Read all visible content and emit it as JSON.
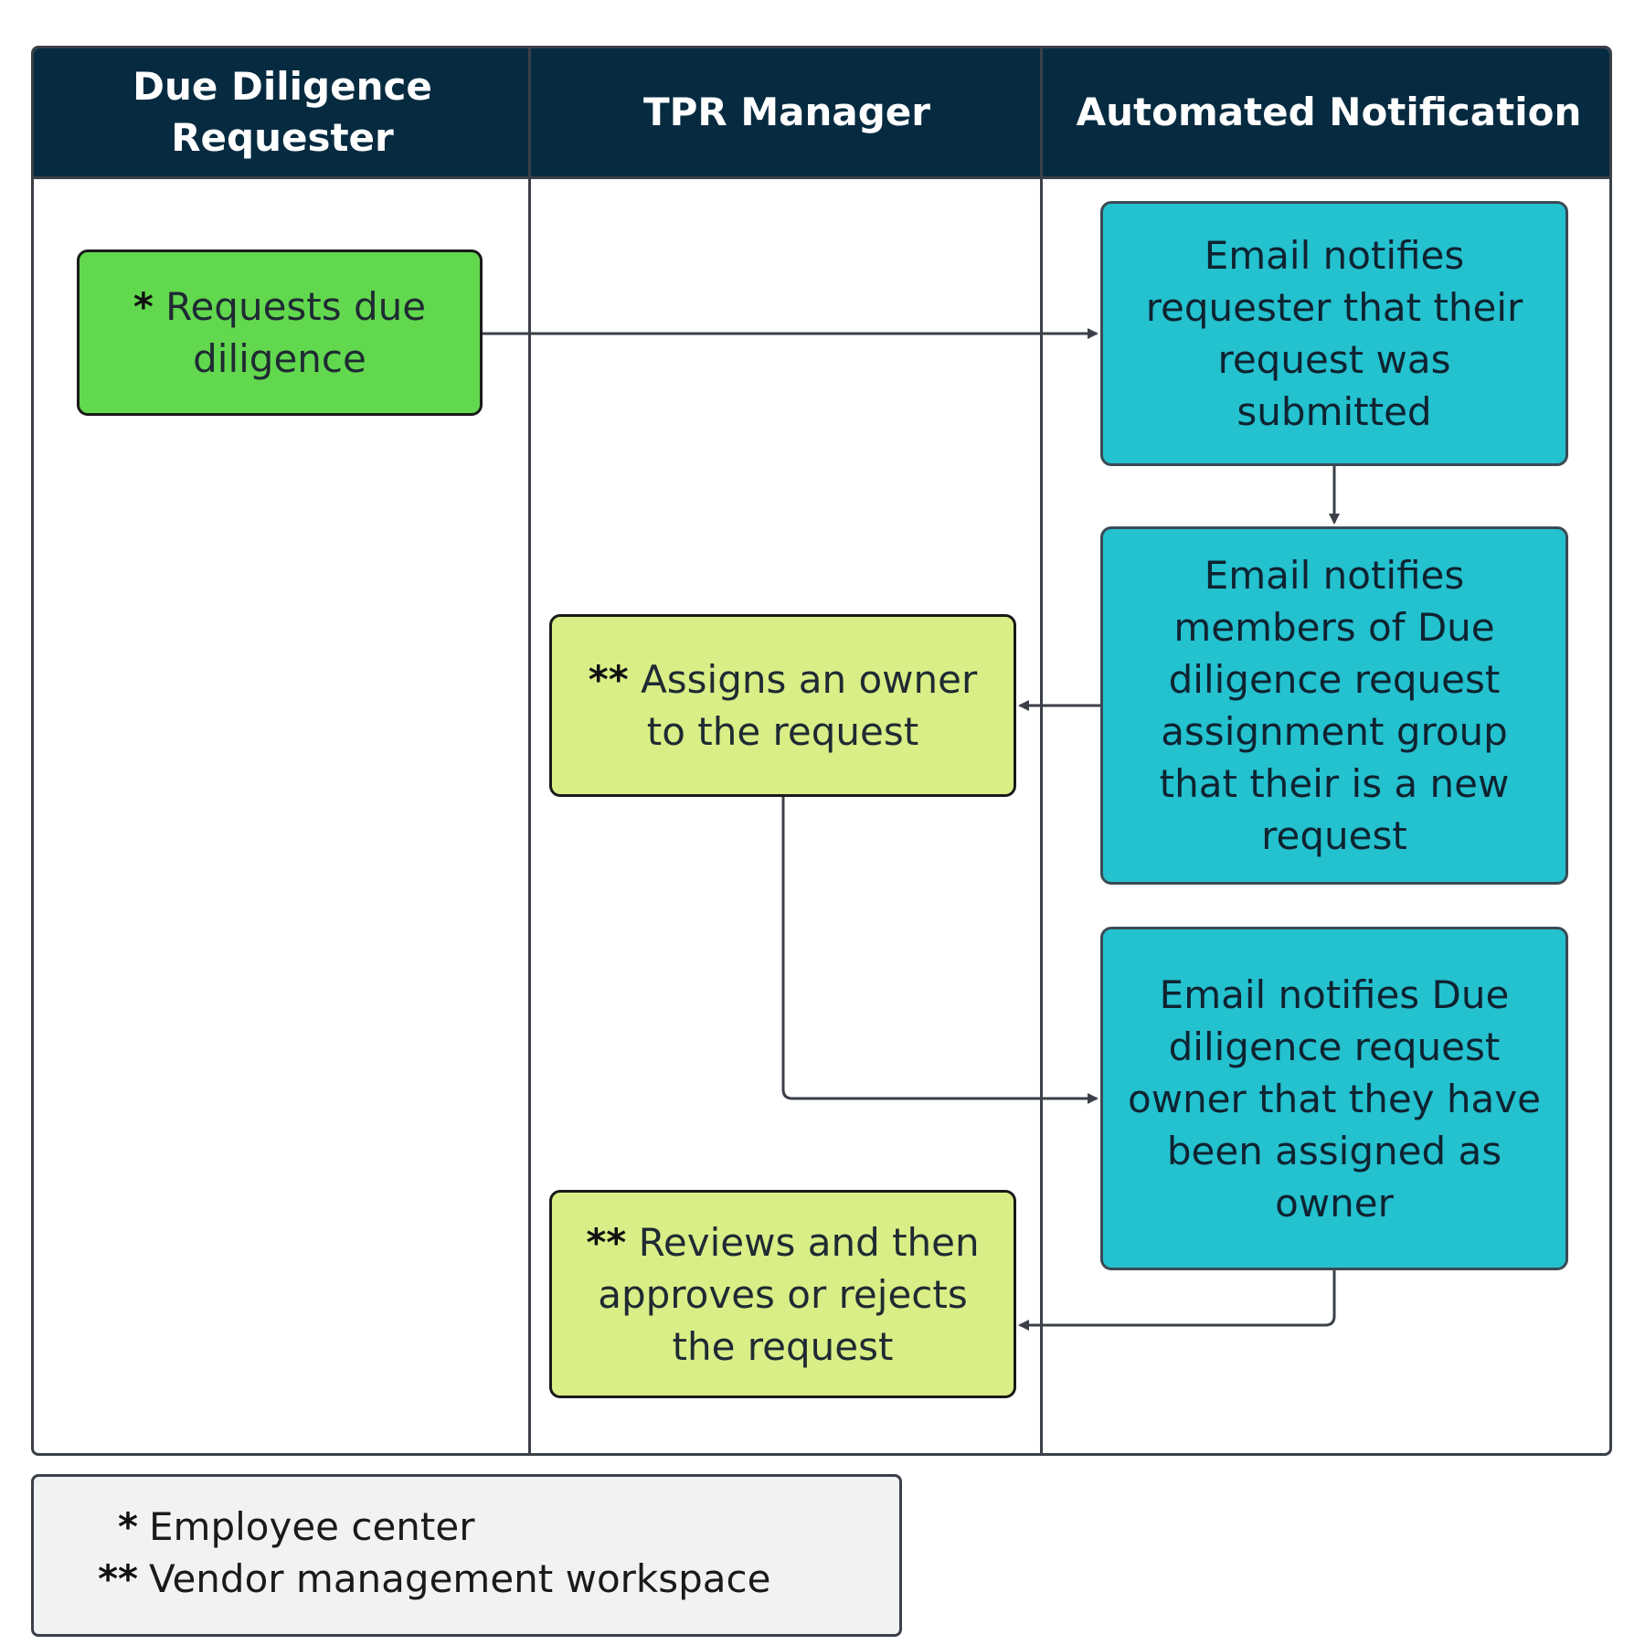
{
  "lanes": [
    {
      "title": "Due Diligence\nRequester"
    },
    {
      "title": "TPR Manager"
    },
    {
      "title": "Automated Notification"
    }
  ],
  "nodes": {
    "requests_due_diligence": {
      "marker": "*",
      "text": "Requests due diligence"
    },
    "email_request_submitted": {
      "text": "Email notifies requester  that their request was submitted"
    },
    "email_assignment_group": {
      "text": "Email notifies members of Due diligence request assignment group that their is a new request"
    },
    "assigns_owner": {
      "marker": "**",
      "text": "Assigns an owner to the request"
    },
    "email_owner_assigned": {
      "text": "Email notifies Due diligence request owner that they have been assigned as owner"
    },
    "reviews_approves_rejects": {
      "marker": "**",
      "text": "Reviews and then approves or rejects the request"
    }
  },
  "legend": [
    {
      "marker": "*",
      "label": "Employee center"
    },
    {
      "marker": "**",
      "label": "Vendor management workspace"
    }
  ],
  "colors": {
    "header": "#062b41",
    "requester_node": "#62d84e",
    "manager_node": "#d9ee86",
    "notification_node": "#24c1cf",
    "connector": "#3b4048"
  }
}
